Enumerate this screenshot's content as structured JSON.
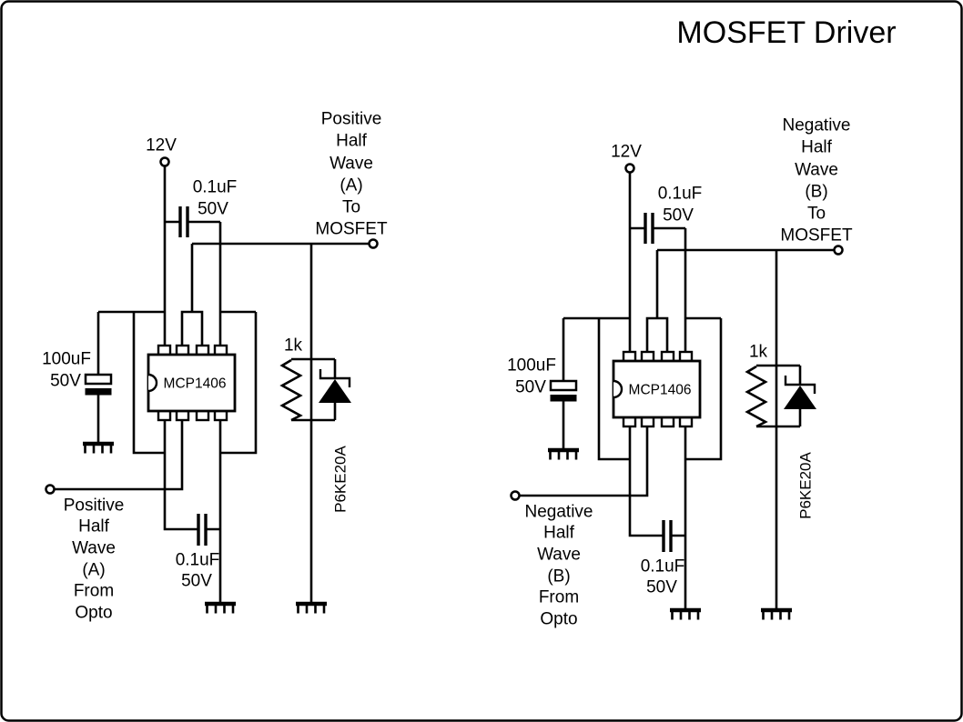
{
  "title": "MOSFET Driver",
  "colors": {
    "ink": "#000000",
    "background": "#ffffff"
  },
  "circuits": [
    {
      "name": "Positive Half Wave (A) driver",
      "supply": "12V",
      "decoupling_cap_top": {
        "value": "0.1uF",
        "rating": "50V"
      },
      "bulk_cap": {
        "value": "100uF",
        "rating": "50V"
      },
      "ic": "MCP1406",
      "resistor": "1k",
      "tvs_diode": "P6KE20A",
      "decoupling_cap_bottom": {
        "value": "0.1uF",
        "rating": "50V"
      },
      "output_label": [
        "Positive",
        "Half",
        "Wave",
        "(A)",
        "To",
        "MOSFET"
      ],
      "input_label": [
        "Positive",
        "Half",
        "Wave",
        "(A)",
        "From",
        "Opto"
      ]
    },
    {
      "name": "Negative Half Wave (B) driver",
      "supply": "12V",
      "decoupling_cap_top": {
        "value": "0.1uF",
        "rating": "50V"
      },
      "bulk_cap": {
        "value": "100uF",
        "rating": "50V"
      },
      "ic": "MCP1406",
      "resistor": "1k",
      "tvs_diode": "P6KE20A",
      "decoupling_cap_bottom": {
        "value": "0.1uF",
        "rating": "50V"
      },
      "output_label": [
        "Negative",
        "Half",
        "Wave",
        "(B)",
        "To",
        "MOSFET"
      ],
      "input_label": [
        "Negative",
        "Half",
        "Wave",
        "(B)",
        "From",
        "Opto"
      ]
    }
  ]
}
